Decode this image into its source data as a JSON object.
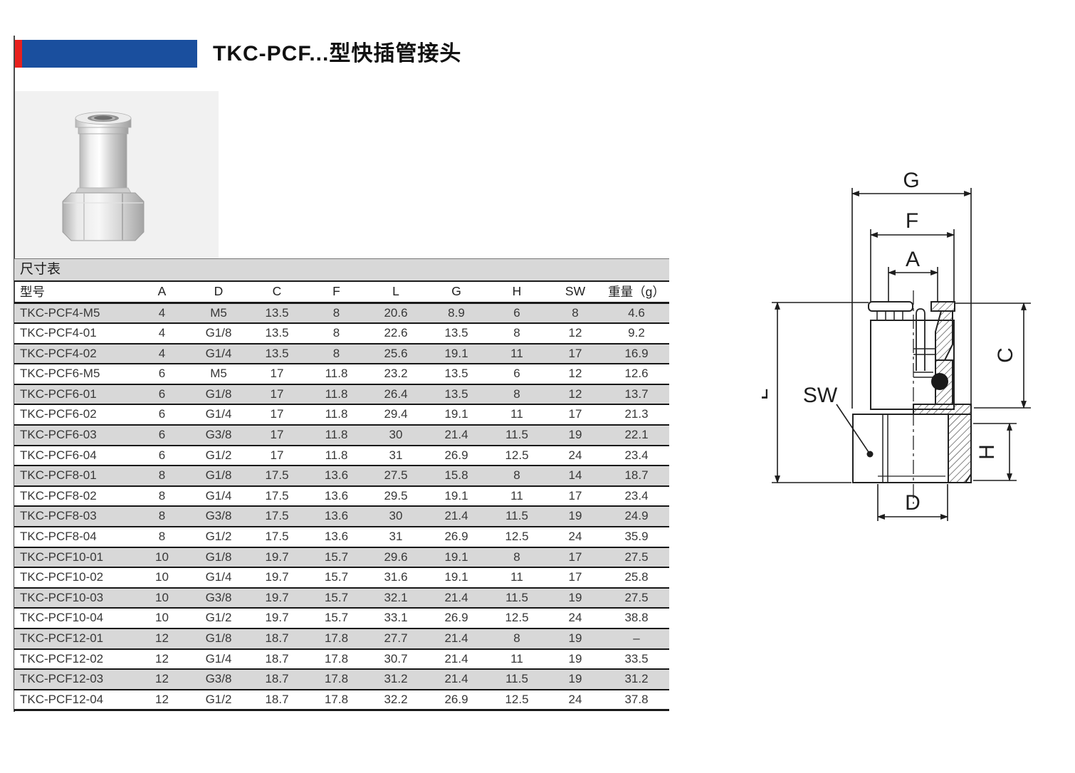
{
  "header": {
    "title": "TKC-PCF...型快插管接头"
  },
  "dimension_section": {
    "label": "尺寸表"
  },
  "table": {
    "columns": [
      "型号",
      "A",
      "D",
      "C",
      "F",
      "L",
      "G",
      "H",
      "SW",
      "重量（g）"
    ],
    "rows": [
      [
        "TKC-PCF4-M5",
        "4",
        "M5",
        "13.5",
        "8",
        "20.6",
        "8.9",
        "6",
        "8",
        "4.6"
      ],
      [
        "TKC-PCF4-01",
        "4",
        "G1/8",
        "13.5",
        "8",
        "22.6",
        "13.5",
        "8",
        "12",
        "9.2"
      ],
      [
        "TKC-PCF4-02",
        "4",
        "G1/4",
        "13.5",
        "8",
        "25.6",
        "19.1",
        "11",
        "17",
        "16.9"
      ],
      [
        "TKC-PCF6-M5",
        "6",
        "M5",
        "17",
        "11.8",
        "23.2",
        "13.5",
        "6",
        "12",
        "12.6"
      ],
      [
        "TKC-PCF6-01",
        "6",
        "G1/8",
        "17",
        "11.8",
        "26.4",
        "13.5",
        "8",
        "12",
        "13.7"
      ],
      [
        "TKC-PCF6-02",
        "6",
        "G1/4",
        "17",
        "11.8",
        "29.4",
        "19.1",
        "11",
        "17",
        "21.3"
      ],
      [
        "TKC-PCF6-03",
        "6",
        "G3/8",
        "17",
        "11.8",
        "30",
        "21.4",
        "11.5",
        "19",
        "22.1"
      ],
      [
        "TKC-PCF6-04",
        "6",
        "G1/2",
        "17",
        "11.8",
        "31",
        "26.9",
        "12.5",
        "24",
        "23.4"
      ],
      [
        "TKC-PCF8-01",
        "8",
        "G1/8",
        "17.5",
        "13.6",
        "27.5",
        "15.8",
        "8",
        "14",
        "18.7"
      ],
      [
        "TKC-PCF8-02",
        "8",
        "G1/4",
        "17.5",
        "13.6",
        "29.5",
        "19.1",
        "11",
        "17",
        "23.4"
      ],
      [
        "TKC-PCF8-03",
        "8",
        "G3/8",
        "17.5",
        "13.6",
        "30",
        "21.4",
        "11.5",
        "19",
        "24.9"
      ],
      [
        "TKC-PCF8-04",
        "8",
        "G1/2",
        "17.5",
        "13.6",
        "31",
        "26.9",
        "12.5",
        "24",
        "35.9"
      ],
      [
        "TKC-PCF10-01",
        "10",
        "G1/8",
        "19.7",
        "15.7",
        "29.6",
        "19.1",
        "8",
        "17",
        "27.5"
      ],
      [
        "TKC-PCF10-02",
        "10",
        "G1/4",
        "19.7",
        "15.7",
        "31.6",
        "19.1",
        "11",
        "17",
        "25.8"
      ],
      [
        "TKC-PCF10-03",
        "10",
        "G3/8",
        "19.7",
        "15.7",
        "32.1",
        "21.4",
        "11.5",
        "19",
        "27.5"
      ],
      [
        "TKC-PCF10-04",
        "10",
        "G1/2",
        "19.7",
        "15.7",
        "33.1",
        "26.9",
        "12.5",
        "24",
        "38.8"
      ],
      [
        "TKC-PCF12-01",
        "12",
        "G1/8",
        "18.7",
        "17.8",
        "27.7",
        "21.4",
        "8",
        "19",
        "–"
      ],
      [
        "TKC-PCF12-02",
        "12",
        "G1/4",
        "18.7",
        "17.8",
        "30.7",
        "21.4",
        "11",
        "19",
        "33.5"
      ],
      [
        "TKC-PCF12-03",
        "12",
        "G3/8",
        "18.7",
        "17.8",
        "31.2",
        "21.4",
        "11.5",
        "19",
        "31.2"
      ],
      [
        "TKC-PCF12-04",
        "12",
        "G1/2",
        "18.7",
        "17.8",
        "32.2",
        "26.9",
        "12.5",
        "24",
        "37.8"
      ]
    ]
  },
  "drawing": {
    "labels": {
      "G": "G",
      "F": "F",
      "A": "A",
      "L": "L",
      "C": "C",
      "SW": "SW",
      "H": "H",
      "D": "D"
    }
  },
  "colors": {
    "accent-red": "#e8201d",
    "accent-blue": "#1a4f9e",
    "row-gray": "#d8d8d8",
    "photo-bg": "#f1f1f1"
  }
}
